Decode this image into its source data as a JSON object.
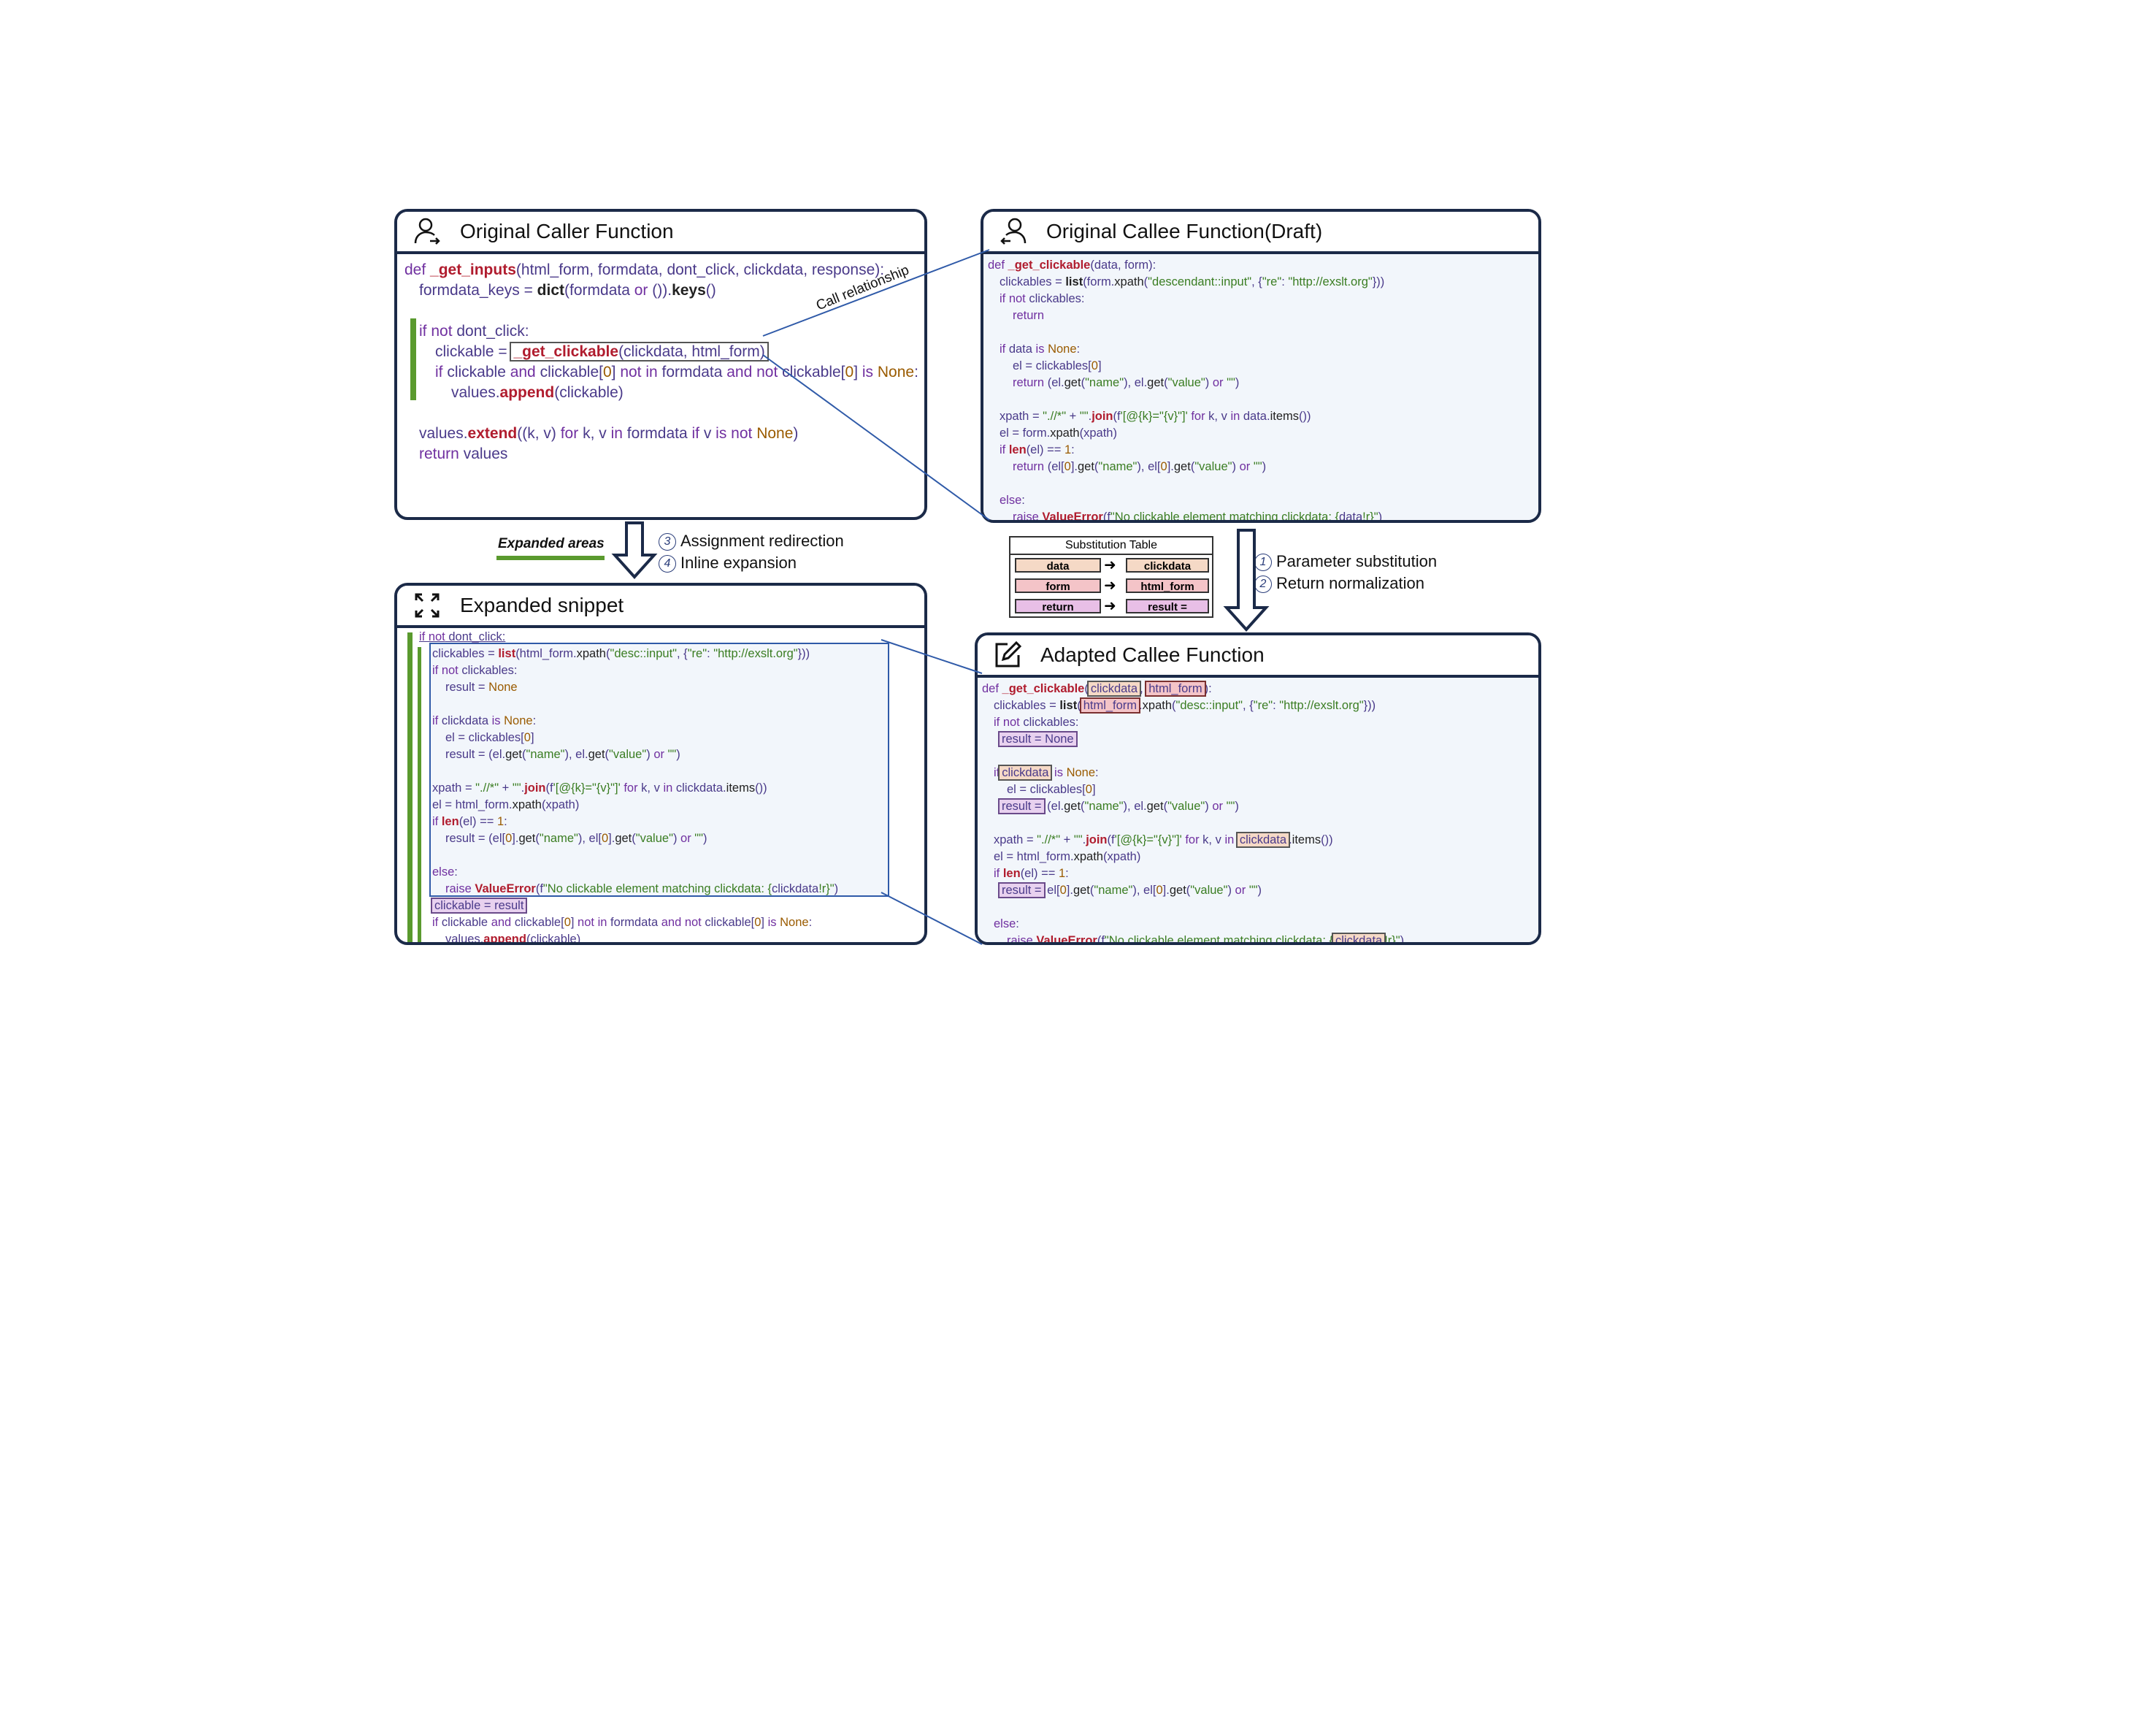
{
  "caller": {
    "title": "Original Caller Function",
    "lines": [
      "def _get_inputs(html_form, formdata, dont_click, clickdata, response):",
      "    formdata_keys = dict(formdata or ()).keys()",
      "",
      "if not dont_click:",
      "    clickable = _get_clickable(clickdata, html_form)",
      "    if clickable and clickable[0] not in formdata and not clickable[0] is None:",
      "        values.append(clickable)",
      "",
      "values.extend((k, v) for k, v in formdata if v is not None)",
      "return values"
    ]
  },
  "callee": {
    "title": "Original Callee Function(Draft)",
    "lines": [
      "def _get_clickable(data, form):",
      "  clickables = list(form.xpath(\"descendant::input\", {\"re\": \"http://exslt.org\"}))",
      "  if not clickables:",
      "      return",
      "",
      "  if data is None:",
      "      el = clickables[0]",
      "      return (el.get(\"name\"), el.get(\"value\") or \"\")",
      "",
      "  xpath = \".//*\" + \"\".join(f'[@{k}=\"{v}\"]' for k, v in data.items())",
      "  el = form.xpath(xpath)",
      "  if len(el) == 1:",
      "      return (el[0].get(\"name\"), el[0].get(\"value\") or \"\")",
      "",
      "  else:",
      "      raise ValueError(f\"No clickable element matching clickdata: {data!r}\")"
    ]
  },
  "expanded": {
    "title": "Expanded snippet",
    "lines": [
      "if not dont_click:",
      " clickables = list(html_form.xpath(\"desc::input\", {\"re\": \"http://exslt.org\"}))",
      " if not clickables:",
      "     result = None",
      "",
      " if clickdata is None:",
      "     el = clickables[0]",
      "     result = (el.get(\"name\"), el.get(\"value\") or \"\")",
      "",
      " xpath = \".//*\" + \"\".join(f'[@{k}=\"{v}\"]' for k, v in clickdata.items())",
      " el = html_form.xpath(xpath)",
      " if len(el) == 1:",
      "     result = (el[0].get(\"name\"), el[0].get(\"value\") or \"\")",
      "",
      " else:",
      "     raise ValueError(f\"No clickable element matching clickdata: {clickdata!r}\")",
      " clickable = result",
      " if clickable and clickable[0] not in formdata and not clickable[0] is None:",
      "     values.append(clickable)"
    ]
  },
  "adapted": {
    "title": "Adapted Callee Function",
    "lines": [
      "def _get_clickable(clickdata, html_form):",
      "  clickables = list(html_form.xpath(\"desc::input\", {\"re\": \"http://exslt.org\"}))",
      "  if not clickables:",
      "   result = None",
      "",
      "  if clickdata is None:",
      "      el = clickables[0]",
      "   result = (el.get(\"name\"), el.get(\"value\") or \"\")",
      "",
      "  xpath = \".//*\" + \"\".join(f'[@{k}=\"{v}\"]' for k, v in clickdata.items())",
      "  el = html_form.xpath(xpath)",
      "  if len(el) == 1:",
      "   result = el[0].get(\"name\"), el[0].get(\"value\") or \"\")",
      "",
      "  else:",
      "   raise ValueError(f\"No clickable element matching clickdata: {clickdata!r}\")"
    ]
  },
  "substitution_table": {
    "title": "Substitution Table",
    "rows": [
      {
        "from": "data",
        "to": "clickdata"
      },
      {
        "from": "form",
        "to": "html_form"
      },
      {
        "from": "return",
        "to": "result ="
      }
    ]
  },
  "labels": {
    "call_relationship": "Call relationship",
    "expanded_areas": "Expanded areas",
    "step3": "Assignment redirection",
    "step4": "Inline expansion",
    "step1": "Parameter substitution",
    "step2": "Return normalization",
    "num1": "1",
    "num2": "2",
    "num3": "3",
    "num4": "4"
  },
  "colors": {
    "border": "#1b2a48",
    "green_bar": "#5a9a2e",
    "purple_box": "#e8d1ef",
    "red_box": "#f4c4c8",
    "link_line": "#2f5aa8"
  }
}
